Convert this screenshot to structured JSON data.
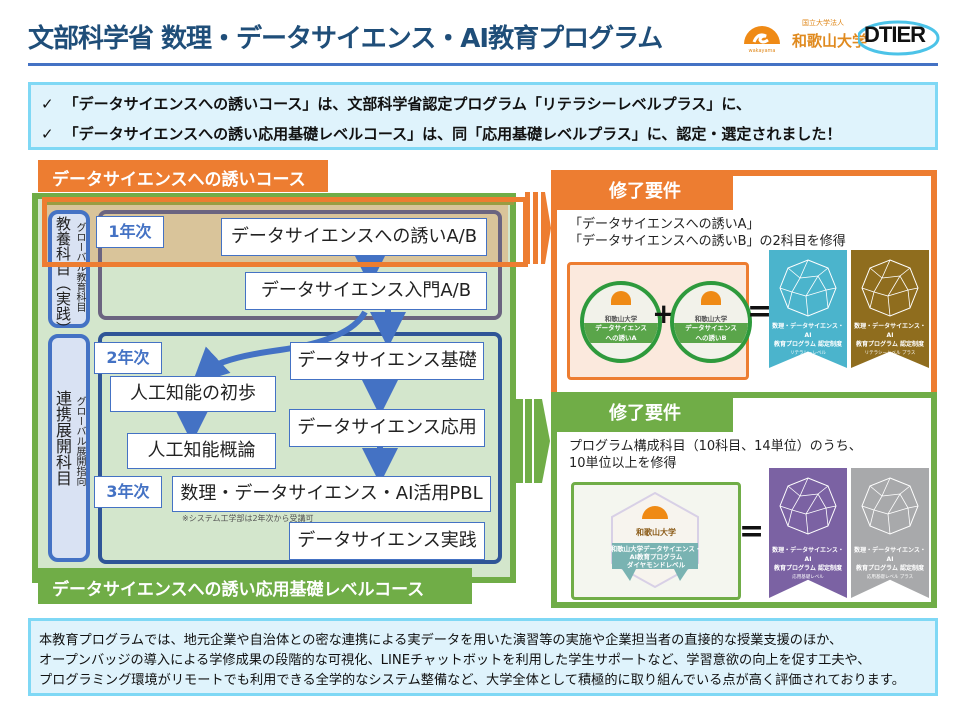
{
  "header": {
    "title": "文部科学省 数理・データサイエンス・AI教育プログラム",
    "logos": {
      "university_mark": "wakayama-univ-logo",
      "university_small": "国立大学法人",
      "university_name": "和歌山大学",
      "partner": "DTIER"
    }
  },
  "notice": {
    "icon": "check-icon",
    "check_glyph": "✓",
    "lines": [
      "「データサイエンスへの誘いコース」は、文部科学省認定プログラム「リテラシーレベルプラス」に、",
      "「データサイエンスへの誘い応用基礎レベルコース」は、同「応用基礎レベルプラス」に、認定・選定されました！"
    ]
  },
  "diagram": {
    "course_a_label": "データサイエンスへの誘いコース",
    "course_b_label": "データサイエンスへの誘い応用基礎レベルコース",
    "side_labels": {
      "kyoyo_main": "教養科目（実践）",
      "kyoyo_sub": "グローバル教育科目",
      "renkei_main": "連携展開科目",
      "renkei_sub": "グローバル展開指向"
    },
    "years": {
      "y1": "1年次",
      "y2": "2年次",
      "y3": "3年次"
    },
    "courses": {
      "sasoi_ab": "データサイエンスへの誘いA/B",
      "nyumon_ab": "データサイエンス入門A/B",
      "kiso": "データサイエンス基礎",
      "ai_shoho": "人工知能の初歩",
      "oyo": "データサイエンス応用",
      "ai_gairon": "人工知能概論",
      "pbl": "数理・データサイエンス・AI活用PBL",
      "jissen": "データサイエンス実践"
    },
    "pbl_note": "※システム工学部は2年次から受講可"
  },
  "requirements": {
    "literacy": {
      "tab": "修了要件",
      "text_lines": [
        "「データサイエンスへの誘いA」",
        "「データサイエンスへの誘いB」の2科目を修得"
      ],
      "badges": [
        {
          "uni": "和歌山大学",
          "label_1": "データサイエンス",
          "label_2": "への誘いA"
        },
        {
          "uni": "和歌山大学",
          "label_1": "データサイエンス",
          "label_2": "への誘いB"
        }
      ],
      "plus": "+",
      "equals": "=",
      "ribbons": [
        {
          "line1": "数理・データサイエンス・AI",
          "line2": "教育プログラム 認定制度",
          "level": "リテラシーレベル",
          "color": "#4bb4cc"
        },
        {
          "line1": "数理・データサイエンス・AI",
          "line2": "教育プログラム 認定制度",
          "level": "リテラシーレベル プラス",
          "color": "#8f6d1e"
        }
      ]
    },
    "applied": {
      "tab": "修了要件",
      "text_lines": [
        "プログラム構成科目（10科目、14単位）のうち、",
        "10単位以上を修得"
      ],
      "badge": {
        "uni": "和歌山大学",
        "line1": "和歌山大学データサイエンス・",
        "line2": "AI教育プログラム",
        "line3": "ダイヤモンドレベル"
      },
      "equals": "=",
      "ribbons": [
        {
          "line1": "数理・データサイエンス・AI",
          "line2": "教育プログラム 認定制度",
          "level": "応用基礎レベル",
          "color": "#7b62a3"
        },
        {
          "line1": "数理・データサイエンス・AI",
          "line2": "教育プログラム 認定制度",
          "level": "応用基礎レベル プラス",
          "color": "#a8a9ab"
        }
      ]
    }
  },
  "colors": {
    "orange": "#ed7d31",
    "green": "#70ad47",
    "blue": "#4472c4",
    "navy": "#1f4e79",
    "light_blue_bg": "#dff3fc"
  },
  "summary": {
    "lines": [
      "本教育プログラムでは、地元企業や自治体との密な連携による実データを用いた演習等の実施や企業担当者の直接的な授業支援のほか、",
      "オープンバッジの導入による学修成果の段階的な可視化、LINEチャットボットを利用した学生サポートなど、学習意欲の向上を促す工夫や、",
      "プログラミング環境がリモートでも利用できる全学的なシステム整備など、大学全体として積極的に取り組んでいる点が高く評価されております。"
    ]
  }
}
